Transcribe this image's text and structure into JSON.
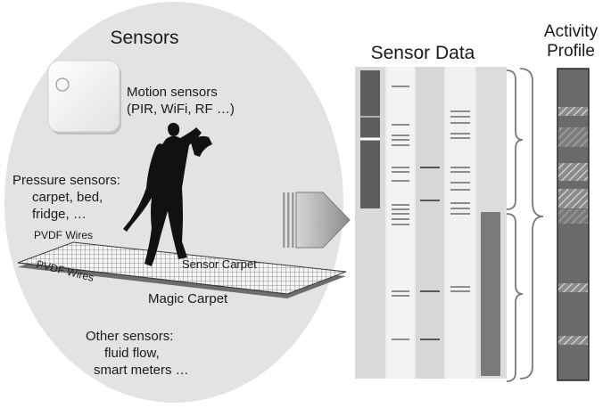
{
  "sensors": {
    "title": "Sensors",
    "motion": {
      "line1": "Motion sensors",
      "line2": "(PIR, WiFi, RF …)"
    },
    "pressure": {
      "line1": "Pressure sensors:",
      "line2": "carpet, bed,",
      "line3": "fridge, …"
    },
    "pvdf_top": "PVDF Wires",
    "pvdf_side": "PVDF Wires",
    "sensor_carpet": "Sensor Carpet",
    "magic_carpet": "Magic Carpet",
    "other": {
      "line1": "Other sensors:",
      "line2": "fluid flow,",
      "line3": "smart meters …"
    }
  },
  "sensor_data": {
    "title": "Sensor Data"
  },
  "activity_profile": {
    "line1": "Activity",
    "line2": "Profile"
  }
}
